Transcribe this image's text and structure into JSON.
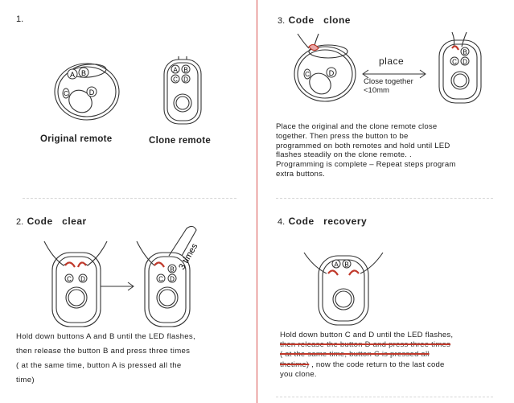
{
  "step1": {
    "number": "1.",
    "original_caption": "Original remote",
    "clone_caption": "Clone remote"
  },
  "step2": {
    "number": "2.",
    "title": "Code   clear",
    "arrow_note": "3 times",
    "text": [
      "Hold down buttons A and B until the LED flashes,",
      "then release the button B and press three times",
      "( at the same time,  button A is pressed all the",
      "time)"
    ]
  },
  "step3": {
    "number": "3.",
    "title": "Code   clone",
    "place_label": "place",
    "distance_note": [
      "Close together",
      "<10mm"
    ],
    "text": [
      "Place the original and the clone remote close",
      "together.  Then press the button to be",
      "programmed on both remotes and hold until LED",
      "flashes steadily on the clone remote. .",
      "Programming is complete – Repeat steps program",
      "extra buttons."
    ]
  },
  "step4": {
    "number": "4.",
    "title": "Code   recovery",
    "text_normal": "Hold down button C and D until the LED flashes,",
    "text_struck": [
      "then release the button D and press three times",
      "( at the same time, button C is pressed all",
      "thetime)"
    ],
    "text_tail": " ,  now the code return to the last code",
    "text_end": "you clone."
  },
  "buttons": {
    "a": "A",
    "b": "B",
    "c": "C",
    "d": "D"
  },
  "colors": {
    "divider": "#d9534f",
    "highlight": "#e8a6a6",
    "strike": "#c0392b",
    "line": "#333333"
  }
}
